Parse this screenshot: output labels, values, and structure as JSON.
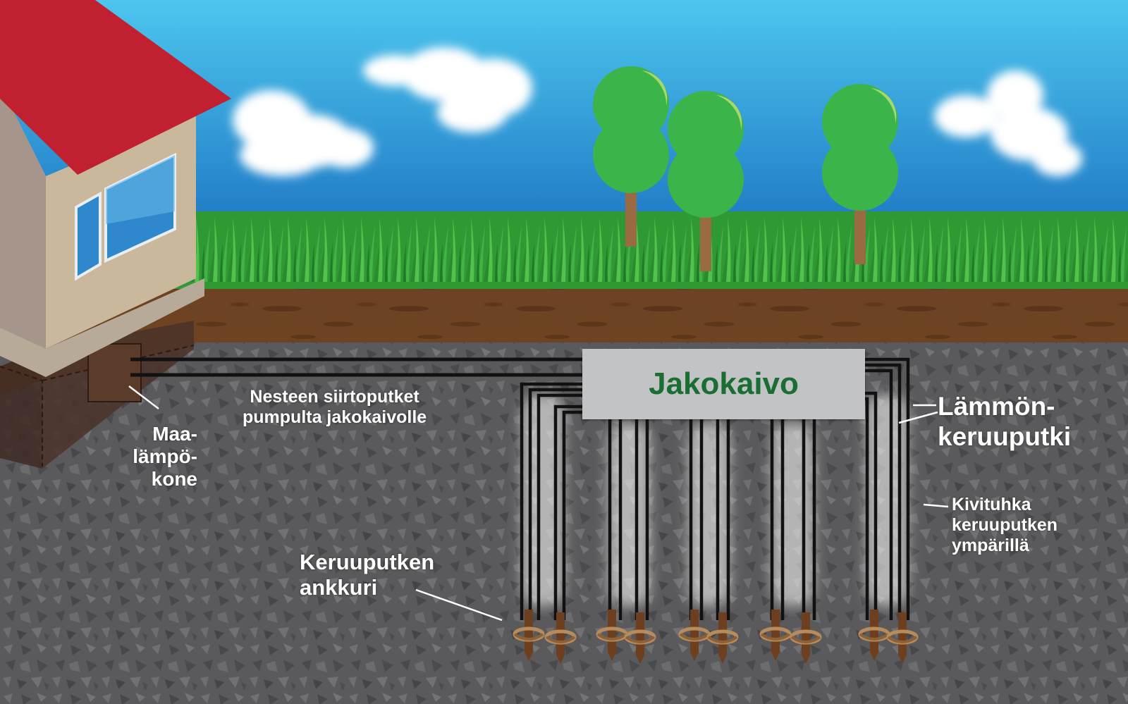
{
  "labels": {
    "distribution_well": "Jakokaivo",
    "transfer_pipes": [
      "Nesteen siirtoputket",
      "pumpulta jakokaivolle"
    ],
    "heat_pump": [
      "Maa-",
      "lämpö-",
      "kone"
    ],
    "collector_pipe": [
      "Lämmön-",
      "keruuputki"
    ],
    "stone_dust": [
      "Kivituhka",
      "keruuputken",
      "ympärillä"
    ],
    "anchor": [
      "Keruuputken",
      "ankkuri"
    ]
  },
  "colors": {
    "sky_top": "#4cc6ee",
    "sky_bottom": "#1f78c4",
    "grass": "#38a83a",
    "soil": "#6e4322",
    "gravel": "#5a5a5c",
    "roof": "#c0202f",
    "wall": "#c9b89b",
    "well_box": "#c2c3c5",
    "well_text": "#1a6e33",
    "tree_foliage": "#3bb44a",
    "tree_trunk": "#9a6a43",
    "pipe": "#111111",
    "anchor": "#b88b5c"
  },
  "icons": {
    "house": "house-icon",
    "tree": "tree-icon",
    "cloud": "cloud-icon",
    "anchor": "ground-anchor-icon"
  }
}
